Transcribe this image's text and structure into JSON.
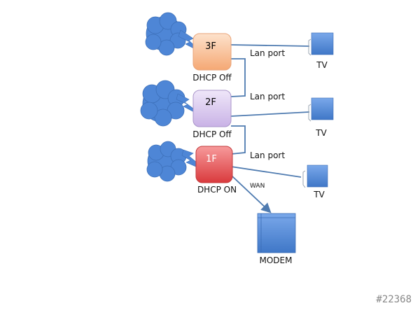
{
  "diagram": {
    "floors": [
      {
        "id": "3F",
        "label": "3F",
        "dhcp": "DHCP Off",
        "fill": "#f7b98a",
        "fill_top": "#fde2cc",
        "label_color": "#222222"
      },
      {
        "id": "2F",
        "label": "2F",
        "dhcp": "DHCP Off",
        "fill": "#cdb8e8",
        "fill_top": "#ebe1f7",
        "label_color": "#222222"
      },
      {
        "id": "1F",
        "label": "1F",
        "dhcp": "DHCP ON",
        "fill": "#e0474a",
        "fill_top": "#f58f90",
        "label_color": "#ffffff"
      }
    ],
    "links": [
      {
        "label": "Lan port"
      },
      {
        "label": "Lan port"
      },
      {
        "label": "Lan port"
      }
    ],
    "tvs": [
      {
        "label": "TV"
      },
      {
        "label": "TV"
      },
      {
        "label": "TV"
      }
    ],
    "wan_label": "WAN",
    "modem_label": "MODEM",
    "colors": {
      "line": "#4f7bb0",
      "device": "#4e86d6",
      "cloud": "#4e86d6"
    }
  },
  "watermark": "#22368"
}
